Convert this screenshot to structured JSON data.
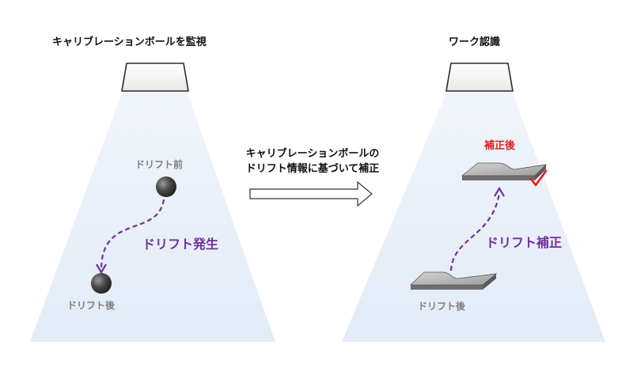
{
  "left_panel": {
    "title": "キャリブレーションボールを監視",
    "before_label": "ドリフト前",
    "drift_label": "ドリフト発生",
    "after_label": "ドリフト後"
  },
  "right_panel": {
    "title": "ワーク認識",
    "corrected_label": "補正後",
    "correction_label": "ドリフト補正",
    "after_label": "ドリフト後"
  },
  "middle": {
    "line1": "キャリブレーションボールの",
    "line2": "ドリフト情報に基づいて補正"
  },
  "colors": {
    "cone": "#e6eef8",
    "accent_purple": "#7030a0",
    "accent_red": "#e02020",
    "label_gray": "#7f7f7f"
  },
  "icons": [
    "camera-icon",
    "calibration-ball-icon",
    "workpiece-icon",
    "check-mark-icon",
    "right-arrow-icon"
  ]
}
